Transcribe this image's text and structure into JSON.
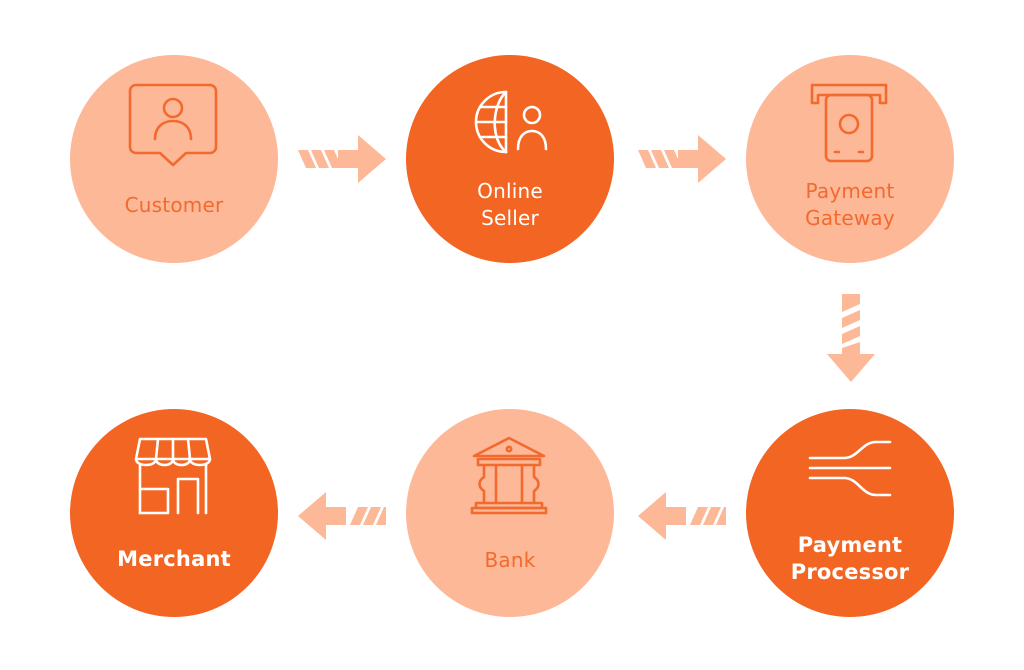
{
  "nodes": [
    {
      "id": "customer",
      "lines": [
        "Customer"
      ],
      "style": "light",
      "icon": "customer-pin-icon"
    },
    {
      "id": "online-seller",
      "lines": [
        "Online",
        "Seller"
      ],
      "style": "dark",
      "icon": "globe-user-icon"
    },
    {
      "id": "payment-gateway",
      "lines": [
        "Payment",
        "Gateway"
      ],
      "style": "light",
      "icon": "card-terminal-icon"
    },
    {
      "id": "payment-processor",
      "lines": [
        "Payment",
        "Processor"
      ],
      "style": "dark",
      "icon": "routing-lines-icon"
    },
    {
      "id": "bank",
      "lines": [
        "Bank"
      ],
      "style": "light",
      "icon": "bank-building-icon"
    },
    {
      "id": "merchant",
      "lines": [
        "Merchant"
      ],
      "style": "dark",
      "icon": "storefront-icon"
    }
  ],
  "colors": {
    "light_fill": "#fdb898",
    "dark_fill": "#f26522",
    "light_text": "#f26a2e",
    "arrow": "#fdb898"
  }
}
